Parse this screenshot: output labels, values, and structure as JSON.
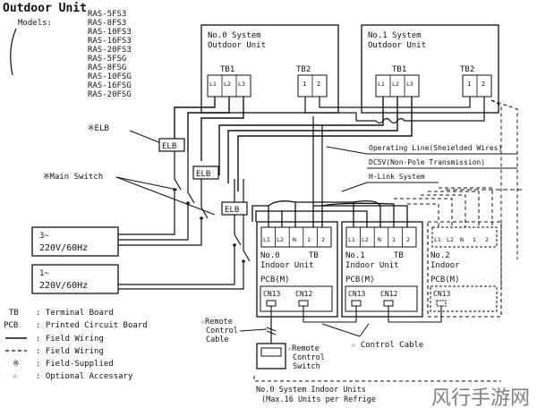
{
  "outdoor": {
    "title": "Outdoor Unit",
    "models_label": "Models:",
    "models": [
      "RAS-5FS3",
      "RAS-8FS3",
      "RAS-10FS3",
      "RAS-16FS3",
      "RAS-20FS3",
      "RAS-5FSG",
      "RAS-8FSG",
      "RAS-10FSG",
      "RAS-16FSG",
      "RAS-20FSG"
    ]
  },
  "system0": {
    "line1": "No.0 System",
    "line2": "Outdoor Unit",
    "tb1": "TB1",
    "tb2": "TB2",
    "terms1": [
      "L1",
      "L2",
      "L3"
    ],
    "terms2": [
      "1",
      "2"
    ]
  },
  "system1": {
    "line1": "No.1 System",
    "line2": "Outdoor Unit",
    "tb1": "TB1",
    "tb2": "TB2",
    "terms1": [
      "L1",
      "L2",
      "L3"
    ],
    "terms2": [
      "1",
      "2"
    ]
  },
  "labels": {
    "elb_note": "※ELB",
    "main_switch_note": "※Main Switch",
    "elb": "ELB",
    "supply3_a": "3~",
    "supply3_b": "220V/60Hz",
    "supply1_a": "1~",
    "supply1_b": "220V/60Hz",
    "operating_line": "Operating Line(Sheielded Wires)",
    "dc5v": "DC5V(Non-Pole Transmission)",
    "hlink": "H-Link System",
    "remote_ctrl_cable_1": "☆Remote",
    "remote_ctrl_cable_2": "Control",
    "remote_ctrl_cable_3": "Cable",
    "remote_switch_1": "☆Remote",
    "remote_switch_2": "Control",
    "remote_switch_3": "Switch",
    "control_cable": "☆ Control Cable",
    "indoor_units_1": "No.0 System Indoor Units",
    "indoor_units_2": "(Max.16 Units per Refrige",
    "watermark": "风行手游网"
  },
  "indoor": [
    {
      "no": "No.0",
      "unit": "Indoor Unit",
      "tb": "TB",
      "pcb": "PCB(M)",
      "cn1": "CN13",
      "cn2": "CN12",
      "terms": [
        "L1",
        "L2",
        "N",
        "1",
        "2"
      ]
    },
    {
      "no": "No.1",
      "unit": "Indoor Unit",
      "tb": "TB",
      "pcb": "PCB(M)",
      "cn1": "CN13",
      "cn2": "CN12",
      "terms": [
        "L1",
        "L2",
        "N",
        "1",
        "2"
      ]
    },
    {
      "no": "No.2",
      "unit": "Indoor",
      "tb": "",
      "pcb": "PCB(M)",
      "cn1": "CN13",
      "cn2": "",
      "terms": [
        "L1",
        "L2",
        "N",
        "1",
        "2"
      ]
    }
  ],
  "legend": [
    {
      "symbol": "TB",
      "text": ": Terminal Board"
    },
    {
      "symbol": "PCB",
      "text": ": Printed Circuit Board"
    },
    {
      "symbol": "",
      "text": ": Field Wiring"
    },
    {
      "symbol": "",
      "text": ": Field Wiring"
    },
    {
      "symbol": "※",
      "text": ": Field-Supplied"
    },
    {
      "symbol": "☆",
      "text": ": Optional Accessary"
    }
  ]
}
